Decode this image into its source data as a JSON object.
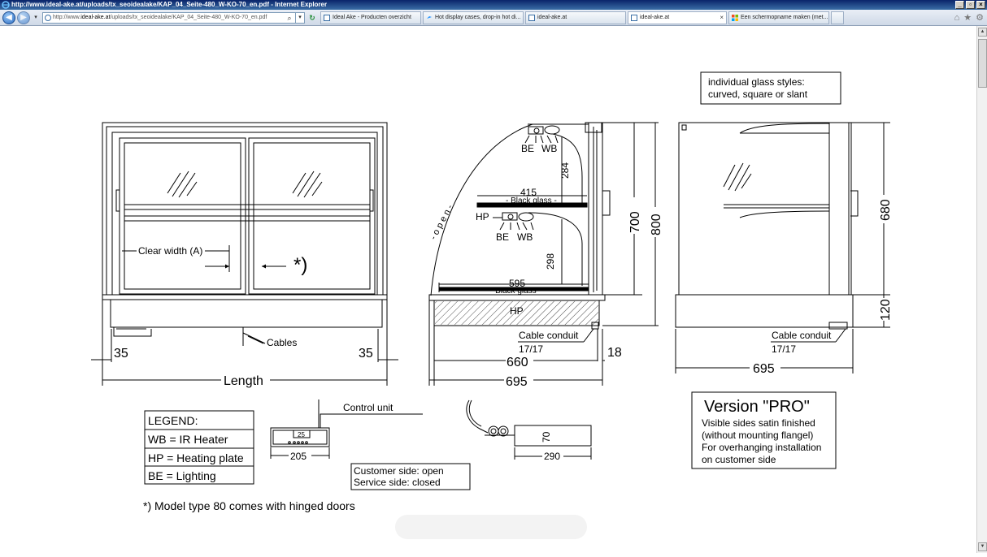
{
  "window": {
    "title": "http://www.ideal-ake.at/uploads/tx_seoidealake/KAP_04_Seite-480_W-KO-70_en.pdf - Internet Explorer",
    "buttons": {
      "minimize": "_",
      "maximize": "▫",
      "close": "×"
    }
  },
  "address_bar": {
    "prefix": "http://www.",
    "domain": "ideal-ake.at",
    "path": "/uploads/tx_seoidealake/KAP_04_Seite-480_W-KO-70_en.pdf"
  },
  "tabs": [
    {
      "label": "Ideal Ake - Producten overzicht"
    },
    {
      "label": "Hot display cases, drop-in hot di..."
    },
    {
      "label": "ideal-ake.at"
    },
    {
      "label": "ideal-ake.at"
    },
    {
      "label": "Een schermopname maken (met..."
    }
  ],
  "drawing": {
    "note_glass_styles": [
      "individual glass styles:",
      "curved, square or slant"
    ],
    "front_view": {
      "clear_width": "Clear width (A)",
      "asterisk": "*)",
      "cables": "Cables",
      "left_margin": "35",
      "right_margin": "35",
      "length": "Length"
    },
    "side_view": {
      "open": "- o p e n -",
      "be_top": "BE",
      "wb_top": "WB",
      "dim_284": "284",
      "dim_415": "415",
      "black_glass_top": "- Black glass -",
      "hp_left": "HP",
      "be_mid": "BE",
      "wb_mid": "WB",
      "dim_298": "298",
      "dim_595": "595",
      "black_glass_bottom": "- Black glass -",
      "hp_base": "HP",
      "cable_conduit": "Cable conduit",
      "dim_1717": "17/17",
      "dim_660": "660",
      "dim_18": "18",
      "dim_695": "695",
      "dim_700": "700",
      "dim_800": "800"
    },
    "right_view": {
      "cable_conduit": "Cable conduit",
      "dim_1717": "17/17",
      "dim_695": "695",
      "dim_680": "680",
      "dim_120": "120"
    },
    "legend": {
      "title": "LEGEND:",
      "items": [
        "WB = IR Heater",
        "HP = Heating plate",
        "BE = Lighting"
      ]
    },
    "control_unit": {
      "label": "Control unit",
      "dim_205": "205",
      "display": "25"
    },
    "customer_note": [
      "Customer side: open",
      "Service side: closed"
    ],
    "power_box": {
      "dim_70": "70",
      "dim_290": "290"
    },
    "version_pro": {
      "title": "Version \"PRO\"",
      "lines": [
        "Visible sides satin finished",
        "(without mounting flangel)",
        "For overhanging installation",
        "on customer side"
      ]
    },
    "footnote": "*) Model type 80 comes with hinged doors"
  }
}
